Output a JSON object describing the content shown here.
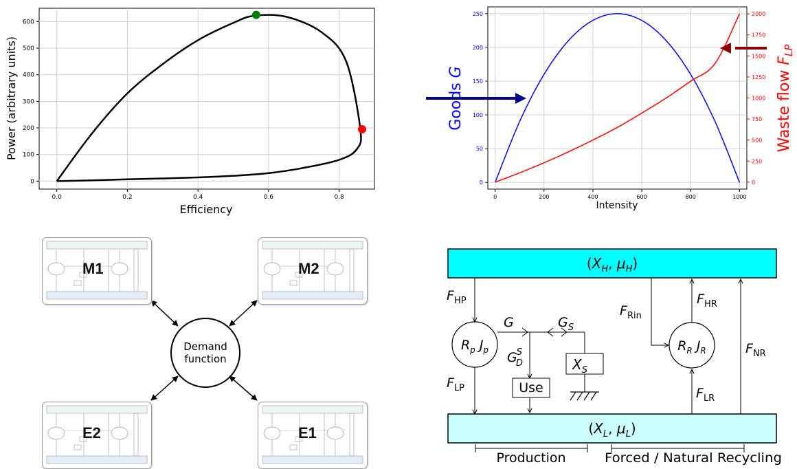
{
  "chart_data": [
    {
      "type": "line",
      "xlabel": "Efficiency",
      "ylabel": "Power (arbitrary units)",
      "xlim": [
        -0.05,
        0.9
      ],
      "ylim": [
        -30,
        650
      ],
      "xticks": [
        "0.0",
        "0.2",
        "0.4",
        "0.6",
        "0.8"
      ],
      "yticks": [
        "0",
        "100",
        "200",
        "300",
        "400",
        "500",
        "600"
      ],
      "grid": true,
      "series": [
        {
          "color": "#000000",
          "x": [
            0.0,
            0.1,
            0.2,
            0.3,
            0.4,
            0.5,
            0.56,
            0.65,
            0.75,
            0.82,
            0.86,
            0.85,
            0.8,
            0.7,
            0.6,
            0.5,
            0.4,
            0.3,
            0.2,
            0.1,
            0.0
          ],
          "y": [
            0,
            180,
            330,
            440,
            530,
            595,
            622,
            618,
            560,
            450,
            195,
            120,
            80,
            50,
            30,
            20,
            14,
            10,
            7,
            3,
            0
          ]
        }
      ],
      "markers": [
        {
          "x": 0.565,
          "y": 625,
          "color": "#008000"
        },
        {
          "x": 0.865,
          "y": 195,
          "color": "#ff0000"
        }
      ]
    },
    {
      "type": "line",
      "xlabel": "Intensity",
      "ylabel_left_prefix": "Goods ",
      "ylabel_left_symbol": "G",
      "ylabel_right_prefix": "Waste flow ",
      "ylabel_right_symbol": "F",
      "ylabel_right_sub": "LP",
      "xlim": [
        -30,
        1030
      ],
      "ylim_left": [
        -10,
        260
      ],
      "ylim_right": [
        -83,
        2083
      ],
      "xticks": [
        "0",
        "200",
        "400",
        "600",
        "800",
        "1000"
      ],
      "yticks_left": [
        "0",
        "50",
        "100",
        "150",
        "200",
        "250"
      ],
      "yticks_right": [
        "0",
        "250",
        "500",
        "750",
        "1000",
        "1250",
        "1500",
        "1750",
        "2000"
      ],
      "grid": true,
      "series": [
        {
          "axis": "left",
          "color": "#0000ff",
          "x": [
            0,
            100,
            200,
            300,
            400,
            500,
            600,
            700,
            800,
            900,
            1000
          ],
          "y": [
            0,
            90,
            160,
            210,
            240,
            250,
            240,
            210,
            160,
            90,
            0
          ]
        },
        {
          "axis": "right",
          "color": "#ff0000",
          "x": [
            0,
            100,
            200,
            300,
            400,
            500,
            600,
            700,
            800,
            900,
            1000
          ],
          "y": [
            0,
            110,
            230,
            360,
            500,
            650,
            820,
            1000,
            1200,
            1410,
            2000
          ]
        }
      ]
    }
  ],
  "demand": {
    "line1": "Demand",
    "line2": "function"
  },
  "cards": [
    {
      "id": "m1",
      "label": "M1"
    },
    {
      "id": "m2",
      "label": "M2"
    },
    {
      "id": "e2",
      "label": "E2"
    },
    {
      "id": "e1",
      "label": "E1"
    }
  ],
  "colors": {
    "high_box": "#00ffff",
    "low_box": "#ccffff",
    "goods": "#0000ff",
    "waste": "#ff0000",
    "arrow_left": "#00008b",
    "arrow_right": "#8b0000",
    "max_power": "#008000",
    "max_eff": "#ff0000"
  },
  "schematic": {
    "high_reservoir_X": "X",
    "high_reservoir_X_sub": "H",
    "high_reservoir_mu": "μ",
    "high_reservoir_mu_sub": "H",
    "low_reservoir_X": "X",
    "low_reservoir_X_sub": "L",
    "low_reservoir_mu": "μ",
    "low_reservoir_mu_sub": "L",
    "F": "F",
    "sub_HP": "HP",
    "sub_LP": "LP",
    "sub_Rin": "Rin",
    "sub_HR": "HR",
    "sub_LR": "LR",
    "sub_NR": "NR",
    "R": "R",
    "J": "J",
    "sub_p": "p",
    "sub_R": "R",
    "G": "G",
    "G_sub_S": "S",
    "G_sup_S": "S",
    "G_sub_D": "D",
    "X_S": "X",
    "X_S_sub": "S",
    "use_label": "Use",
    "production_label": "Production",
    "recycling_label": "Forced / Natural Recycling"
  }
}
